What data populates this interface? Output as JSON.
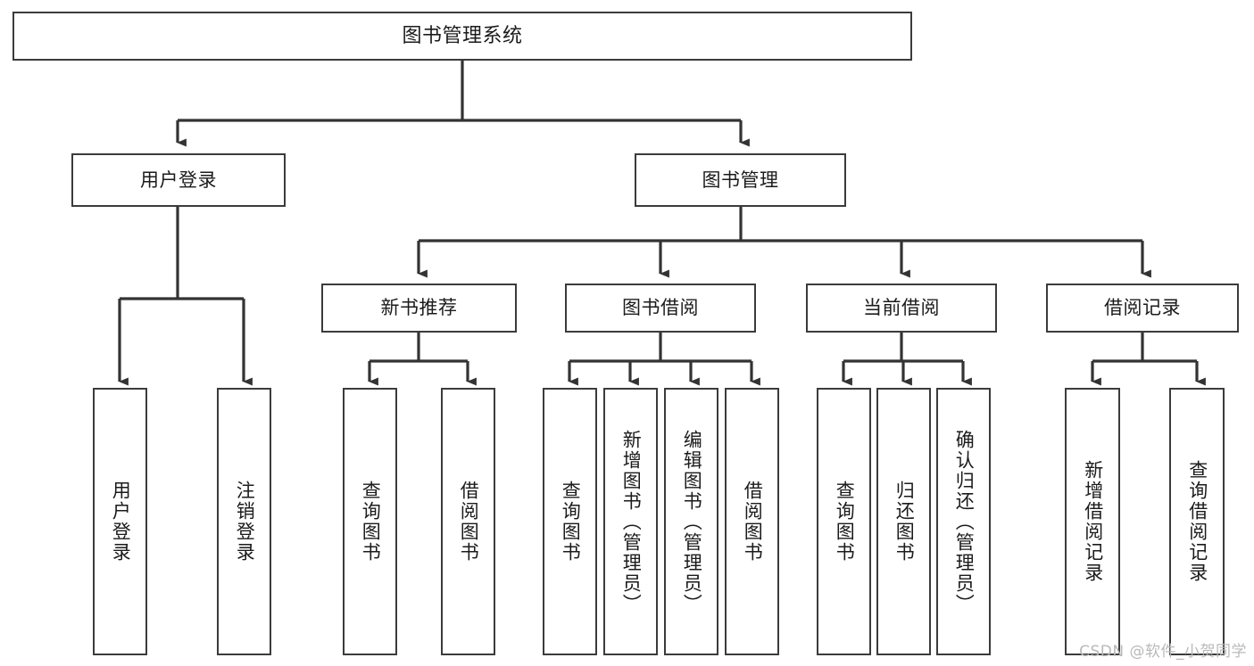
{
  "diagram": {
    "title": "图书管理系统",
    "type": "tree-hierarchy-diagram",
    "colors": {
      "box_border": "#3b3b3b",
      "box_fill": "#ffffff",
      "connector": "#333333",
      "text": "#1b1b1b",
      "watermark": "#b9b9b9"
    },
    "root": {
      "label": "图书管理系统"
    },
    "level2": [
      {
        "label": "用户登录"
      },
      {
        "label": "图书管理"
      }
    ],
    "level3": [
      {
        "label": "新书推荐"
      },
      {
        "label": "图书借阅"
      },
      {
        "label": "当前借阅"
      },
      {
        "label": "借阅记录"
      }
    ],
    "leaves": {
      "user_login": [
        {
          "label": "用户登录"
        },
        {
          "label": "注销登录"
        }
      ],
      "new_book_recommend": [
        {
          "label": "查询图书"
        },
        {
          "label": "借阅图书"
        }
      ],
      "book_borrow": [
        {
          "label": "查询图书"
        },
        {
          "label": "新增图书（管理员）"
        },
        {
          "label": "编辑图书（管理员）"
        },
        {
          "label": "借阅图书"
        }
      ],
      "current_borrow": [
        {
          "label": "查询图书"
        },
        {
          "label": "归还图书"
        },
        {
          "label": "确认归还（管理员）"
        }
      ],
      "borrow_record": [
        {
          "label": "新增借阅记录"
        },
        {
          "label": "查询借阅记录"
        }
      ]
    }
  },
  "watermark": {
    "text": "CSDN @软件_小贺同学"
  }
}
